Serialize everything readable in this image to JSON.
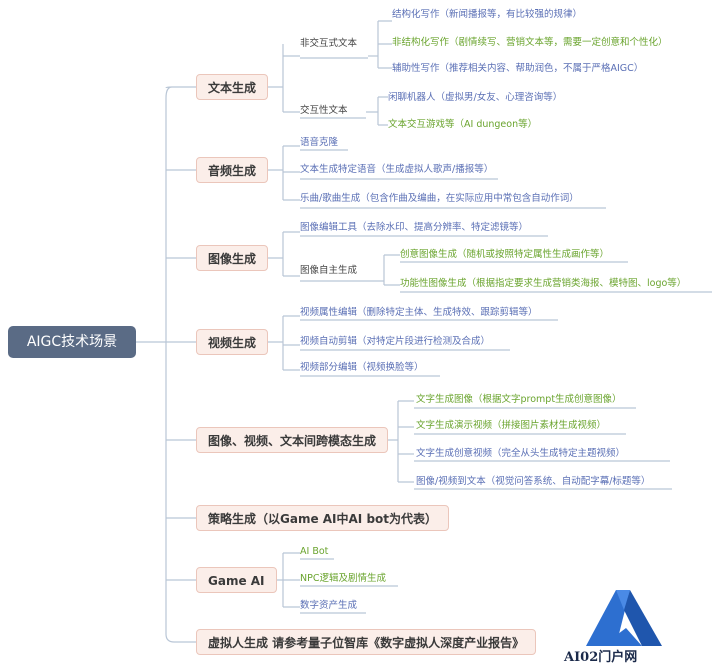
{
  "root": "AIGC技术场景",
  "categories": {
    "text": "文本生成",
    "audio": "音频生成",
    "image": "图像生成",
    "video": "视频生成",
    "cross": "图像、视频、文本间跨模态生成",
    "strategy": "策略生成（以Game AI中AI bot为代表）",
    "game": "Game AI",
    "virtual": "虚拟人生成  请参考量子位智库《数字虚拟人深度产业报告》"
  },
  "text": {
    "non_interactive": "非交互式文本",
    "ni_items": [
      "结构化写作（新闻播报等，有比较强的规律）",
      "非结构化写作（剧情续写、营销文本等，需要一定创意和个性化）",
      "辅助性写作（推荐相关内容、帮助润色，不属于严格AIGC）"
    ],
    "interactive": "交互性文本",
    "i_items": [
      "闲聊机器人（虚拟男/女友、心理咨询等）",
      "文本交互游戏等（AI dungeon等）"
    ]
  },
  "audio": {
    "items": [
      "语音克隆",
      "文本生成特定语音（生成虚拟人歌声/播报等）",
      "乐曲/歌曲生成（包含作曲及编曲，在实际应用中常包含自动作词）"
    ]
  },
  "image": {
    "edit": "图像编辑工具（去除水印、提高分辨率、特定滤镜等）",
    "auto": "图像自主生成",
    "auto_items": [
      "创意图像生成（随机或按照特定属性生成画作等）",
      "功能性图像生成（根据指定要求生成营销类海报、模特图、logo等）"
    ]
  },
  "video": {
    "items": [
      "视频属性编辑（删除特定主体、生成特效、跟踪剪辑等）",
      "视频自动剪辑（对特定片段进行检测及合成）",
      "视频部分编辑（视频换脸等）"
    ]
  },
  "cross": {
    "items": [
      "文字生成图像（根据文字prompt生成创意图像）",
      "文字生成演示视频（拼接图片素材生成视频）",
      "文字生成创意视频（完全从头生成特定主题视频）",
      "图像/视频到文本（视觉问答系统、自动配字幕/标题等）"
    ]
  },
  "game": {
    "items": [
      "AI Bot",
      "NPC逻辑及剧情生成",
      "数字资产生成"
    ]
  },
  "watermark": "AI02门户网",
  "colors": {
    "root": "#5a6b85",
    "category_fill": "#fbeee9",
    "blue_text": "#5a6fb5",
    "green_text": "#6aa42e",
    "wire": "#b9c6d6",
    "logo": "#2d6fd0"
  }
}
